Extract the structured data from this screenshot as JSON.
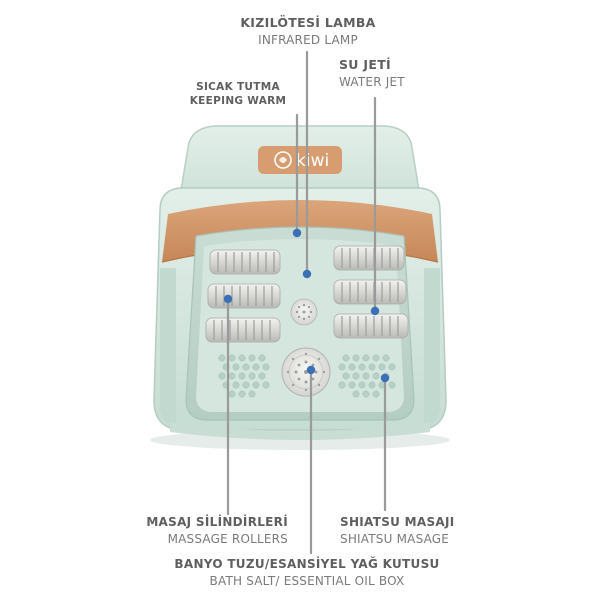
{
  "brand": {
    "logo_text": "kiwi"
  },
  "callouts": [
    {
      "id": "infrared",
      "tr": "KIZILÖTESİ LAMBA",
      "en": "INFRARED LAMP"
    },
    {
      "id": "warm",
      "tr": "SICAK TUTMA",
      "en": "KEEPING WARM"
    },
    {
      "id": "waterjet",
      "tr": "SU JETİ",
      "en": "WATER JET"
    },
    {
      "id": "rollers",
      "tr": "MASAJ SİLİNDİRLERİ",
      "en": "MASSAGE ROLLERS"
    },
    {
      "id": "shiatsu",
      "tr": "SHIATSU MASAJI",
      "en": "SHIATSU MASAGE"
    },
    {
      "id": "saltbox",
      "tr": "BANYO TUZU/ESANSİYEL YAĞ KUTUSU",
      "en": "BATH SALT/ ESSENTIAL OIL BOX"
    }
  ],
  "colors": {
    "body_mint": "#d4e7df",
    "body_mint_dark": "#b9d3c8",
    "accent_copper": "#d4996c",
    "pointer_dot": "#3b6fb6",
    "line_gray": "#9a9a9a",
    "label_gray": "#6a6a6a"
  }
}
